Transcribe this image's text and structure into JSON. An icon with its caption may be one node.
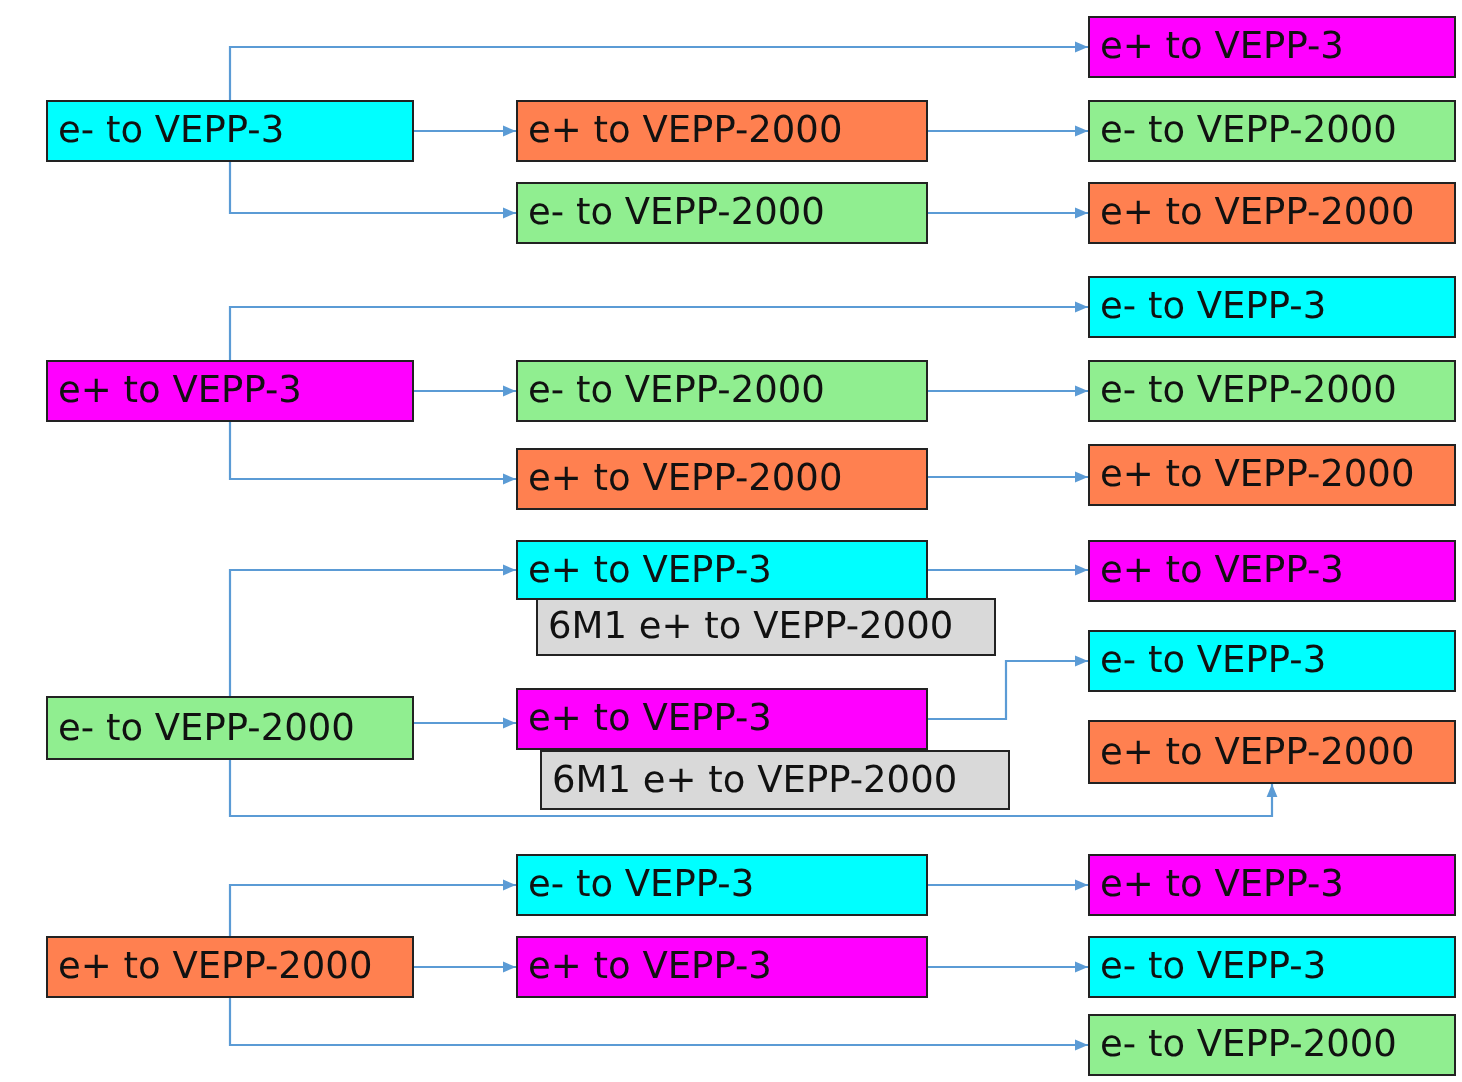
{
  "diagram": {
    "nodes": [
      {
        "text": [
          "e- to VEPP-3"
        ]
      },
      {
        "text": [
          "e+ to VEPP-3"
        ]
      },
      {
        "text": [
          "e+ to VEPP-2000"
        ]
      },
      {
        "text": [
          "e- to VEPP-2000"
        ]
      },
      {
        "text": [
          "e- to VEPP-2000"
        ]
      },
      {
        "text": [
          "e+ to VEPP-2000"
        ]
      },
      {
        "text": [
          "e+ to VEPP-3"
        ]
      },
      {
        "text": [
          "e- to VEPP-3"
        ]
      },
      {
        "text": [
          "e- to VEPP-2000"
        ]
      },
      {
        "text": [
          "e- to VEPP-2000"
        ]
      },
      {
        "text": [
          "e+ to VEPP-2000"
        ]
      },
      {
        "text": [
          "e+ to VEPP-2000"
        ]
      },
      {
        "text": [
          "e- to VEPP-2000"
        ]
      },
      {
        "text": [
          "e+ to VEPP-3"
        ]
      },
      {
        "text": [
          "6M1 e+ to VEPP-2000"
        ]
      },
      {
        "text": [
          "e+ to VEPP-3"
        ]
      },
      {
        "text": [
          "e+ to VEPP-3"
        ]
      },
      {
        "text": [
          "6M1 e+ to VEPP-2000"
        ]
      },
      {
        "text": [
          "e- to VEPP-3"
        ]
      },
      {
        "text": [
          "e+ to VEPP-2000"
        ]
      },
      {
        "text": [
          "e+ to VEPP-2000"
        ]
      },
      {
        "text": [
          "e- to VEPP-3"
        ]
      },
      {
        "text": [
          "e+ to VEPP-3"
        ]
      },
      {
        "text": [
          "e+ to VEPP-3"
        ]
      },
      {
        "text": [
          "e- to VEPP-3"
        ]
      },
      {
        "text": [
          "e- to VEPP-2000"
        ]
      }
    ],
    "edges": [
      {
        "from": 0,
        "to": 1,
        "arrow": "to"
      },
      {
        "from": 0,
        "to": 2,
        "arrow": "to"
      },
      {
        "from": 2,
        "to": 3,
        "arrow": "to"
      },
      {
        "from": 0,
        "to": 4,
        "arrow": "to"
      },
      {
        "from": 4,
        "to": 5,
        "arrow": "to"
      },
      {
        "from": 6,
        "to": 7,
        "arrow": "to"
      },
      {
        "from": 6,
        "to": 8,
        "arrow": "to"
      },
      {
        "from": 8,
        "to": 9,
        "arrow": "to"
      },
      {
        "from": 6,
        "to": 10,
        "arrow": "to"
      },
      {
        "from": 10,
        "to": 11,
        "arrow": "to"
      },
      {
        "from": 12,
        "to": 13,
        "arrow": "to"
      },
      {
        "from": 12,
        "to": 16,
        "arrow": "to"
      },
      {
        "from": 13,
        "to": 15,
        "arrow": "to"
      },
      {
        "from": 16,
        "to": 18,
        "arrow": "to"
      },
      {
        "from": 12,
        "to": 19,
        "arrow": "to"
      },
      {
        "from": 20,
        "to": 21,
        "arrow": "to"
      },
      {
        "from": 20,
        "to": 23,
        "arrow": "to"
      },
      {
        "from": 21,
        "to": 22,
        "arrow": "to"
      },
      {
        "from": 23,
        "to": 24,
        "arrow": "to"
      },
      {
        "from": 20,
        "to": 25,
        "arrow": "to"
      }
    ]
  }
}
